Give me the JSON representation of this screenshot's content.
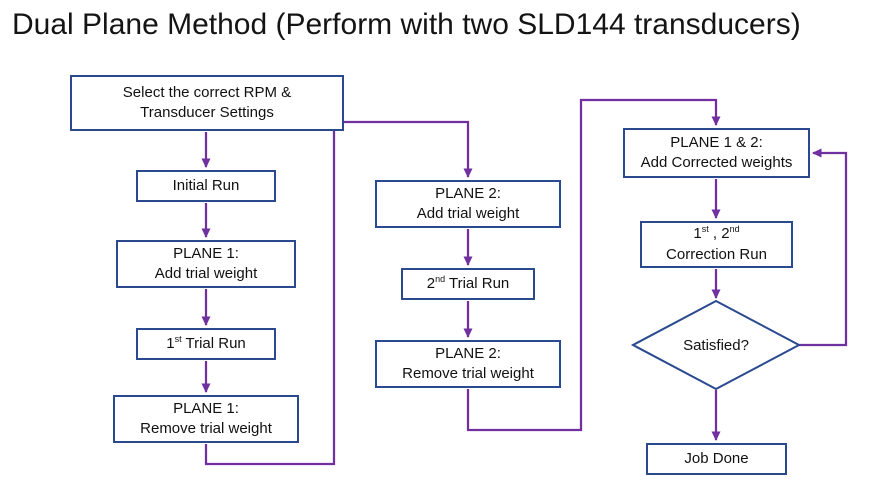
{
  "title": "Dual Plane Method (Perform with two SLD144 transducers)",
  "colors": {
    "box_border": "#2a4a8f",
    "connector": "#7030A0"
  },
  "nodes": {
    "select_settings": {
      "line1": "Select the correct RPM &",
      "line2": "Transducer Settings"
    },
    "initial_run": {
      "label": "Initial Run"
    },
    "plane1_add": {
      "line1": "PLANE 1:",
      "line2": "Add trial weight"
    },
    "trial_run_1": {
      "base": "1",
      "sup": "st",
      "rest": " Trial Run"
    },
    "plane1_remove": {
      "line1": "PLANE 1:",
      "line2": "Remove trial weight"
    },
    "plane2_add": {
      "line1": "PLANE 2:",
      "line2": "Add trial weight"
    },
    "trial_run_2": {
      "base": "2",
      "sup": "nd",
      "rest": " Trial Run"
    },
    "plane2_remove": {
      "line1": "PLANE 2:",
      "line2": "Remove trial weight"
    },
    "plane12_corrected": {
      "line1": "PLANE 1 & 2:",
      "line2": "Add Corrected weights"
    },
    "correction_run": {
      "b1": "1",
      "s1": "st",
      "mid": " , 2",
      "s2": "nd",
      "line2": "Correction Run"
    },
    "satisfied": {
      "label": "Satisfied?"
    },
    "job_done": {
      "label": "Job Done"
    }
  }
}
